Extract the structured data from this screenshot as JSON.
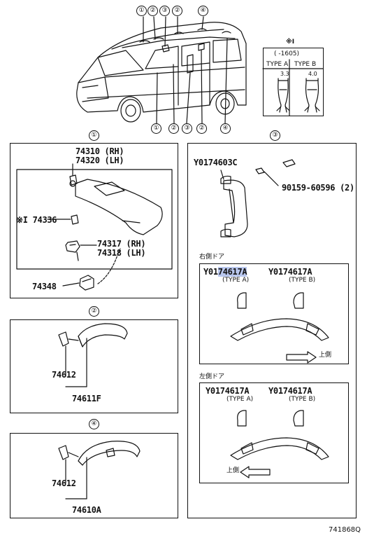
{
  "callouts_top": [
    "①",
    "②",
    "③",
    "②",
    "④"
  ],
  "callouts_bottom": [
    "①",
    "②",
    "③",
    "②",
    "④"
  ],
  "legend": {
    "title": "※I",
    "range": "(      -1605)",
    "type_a": "TYPE A",
    "type_b": "TYPE B",
    "dim_a": "3.3",
    "dim_b": "4.0"
  },
  "section1": {
    "callout": "①",
    "parts": {
      "p1_rh": "74310 (RH)",
      "p1_lh": "74320 (LH)",
      "p2": "※I 74336",
      "p3_rh": "74317 (RH)",
      "p3_lh": "74318 (LH)",
      "p4": "74348"
    }
  },
  "section2": {
    "callout": "②",
    "parts": {
      "p1": "74612",
      "p2": "74611F"
    }
  },
  "section4": {
    "callout": "④",
    "parts": {
      "p1": "74612",
      "p2": "74610A"
    }
  },
  "section3": {
    "callout": "③",
    "part_handle": "Y0174603C",
    "part_screw": "90159-60596 (2)",
    "right_door": {
      "heading": "右側ドア",
      "part_a": "Y0174617A",
      "part_b": "Y0174617A",
      "type_a": "(TYPE A)",
      "type_b": "(TYPE B)",
      "arrow_label": "上側"
    },
    "left_door": {
      "heading": "左側ドア",
      "part_a": "Y0174617A",
      "part_b": "Y0174617A",
      "type_a": "(TYPE A)",
      "type_b": "(TYPE B)",
      "arrow_label": "上側"
    }
  },
  "footer_code": "741868Q"
}
